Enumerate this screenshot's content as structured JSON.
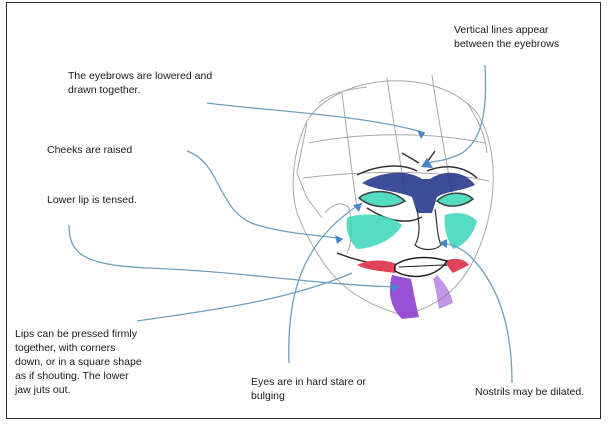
{
  "labels": {
    "vertical_lines": "Vertical lines appear\nbetween the eyebrows",
    "eyebrows": "The eyebrows are lowered and\ndrawn together.",
    "cheeks": "Cheeks are raised",
    "lower_lip": "Lower lip is tensed.",
    "lips": "Lips can be pressed firmly\ntogether, with corners\ndown, or in a square shape\nas if shouting. The lower\njaw juts out.",
    "eyes": "Eyes are in hard stare or\nbulging",
    "nostrils": "Nostrils may be dilated."
  },
  "colors": {
    "leader_line": "#6f9fbd",
    "brow_region": "#283a8c",
    "cheek_region": "#37d6b8",
    "lip_upper": "#e0445a",
    "jaw_region": "#8e3fd0",
    "sketch": "#9a9a9a"
  }
}
